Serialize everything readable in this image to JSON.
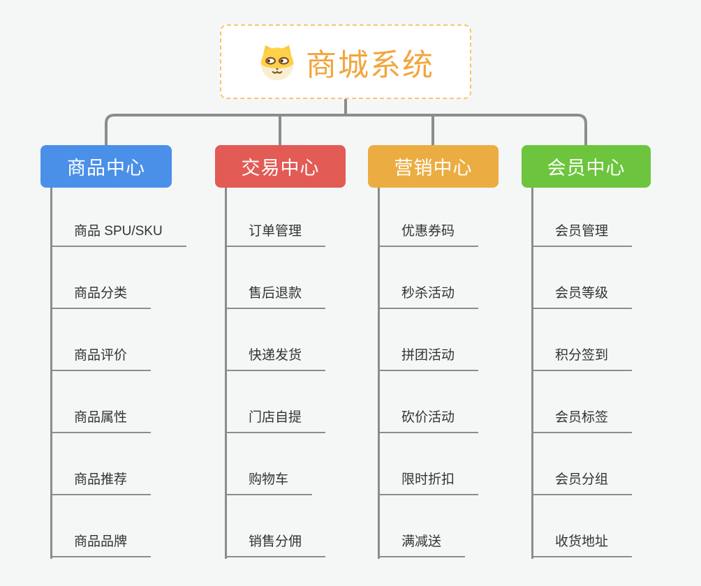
{
  "root": {
    "title": "商城系统",
    "icon": "shiba-dog-icon",
    "title_color": "#F1A63E",
    "border_color": "#F6C672"
  },
  "connector_color": "#8C8C8C",
  "branches": [
    {
      "label": "商品中心",
      "color": "#4A90E8",
      "items": [
        "商品 SPU/SKU",
        "商品分类",
        "商品评价",
        "商品属性",
        "商品推荐",
        "商品品牌"
      ]
    },
    {
      "label": "交易中心",
      "color": "#E25B55",
      "items": [
        "订单管理",
        "售后退款",
        "快递发货",
        "门店自提",
        "购物车",
        "销售分佣"
      ]
    },
    {
      "label": "营销中心",
      "color": "#EBAD42",
      "items": [
        "优惠券码",
        "秒杀活动",
        "拼团活动",
        "砍价活动",
        "限时折扣",
        "满减送"
      ]
    },
    {
      "label": "会员中心",
      "color": "#6CC53D",
      "items": [
        "会员管理",
        "会员等级",
        "积分签到",
        "会员标签",
        "会员分组",
        "收货地址"
      ]
    }
  ]
}
